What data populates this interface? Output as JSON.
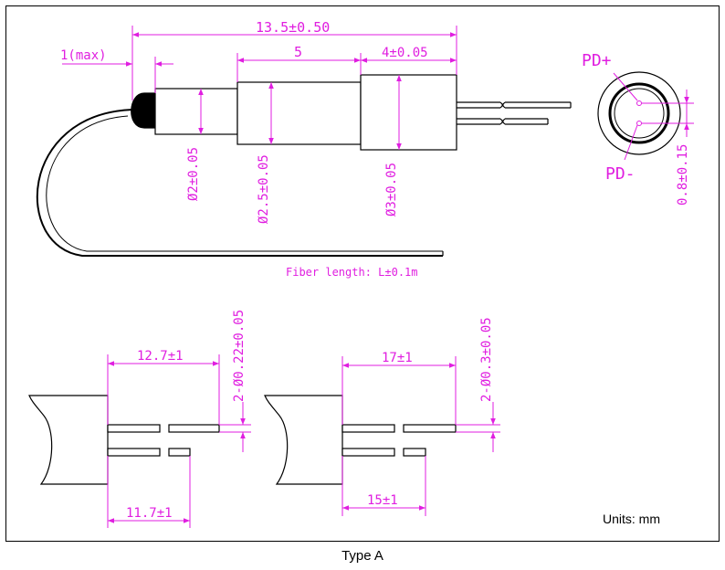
{
  "caption": "Type A",
  "units": "Units: mm",
  "top_view": {
    "total_length": "13.5±0.50",
    "tip_max": "1(max)",
    "mid_length": "5",
    "rear_length": "4±0.05",
    "dia_tip": "Ø2±0.05",
    "dia_mid": "Ø2.5±0.05",
    "dia_rear": "Ø3±0.05",
    "fiber_length": "Fiber length: L±0.1m"
  },
  "end_view": {
    "pd_plus": "PD+",
    "pd_minus": "PD-",
    "pitch": "0.8±0.15"
  },
  "left_detail": {
    "pin_long": "12.7±1",
    "pin_short": "11.7±1",
    "pin_dia": "2-Ø0.22±0.05"
  },
  "right_detail": {
    "pin_long": "17±1",
    "pin_short": "15±1",
    "pin_dia": "2-Ø0.3±0.05"
  },
  "colors": {
    "dimension": "#e01ee0",
    "outline": "#000000"
  }
}
